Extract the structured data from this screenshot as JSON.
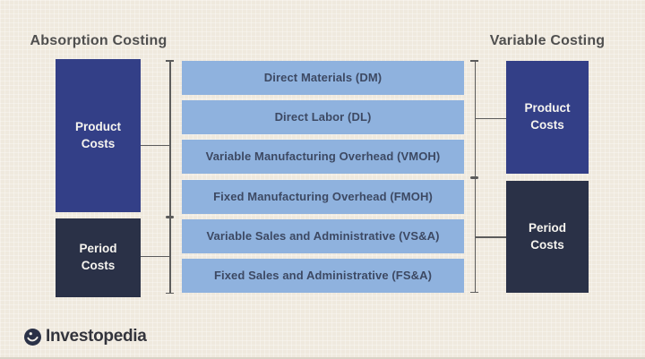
{
  "colors": {
    "background": "#efe9de",
    "product_blue": "#333f87",
    "period_navy": "#2a3147",
    "row_blue": "#8fb2de",
    "bracket_line": "#5c5c5c",
    "title_text": "#4f4f4f",
    "row_text": "#3d4963"
  },
  "columns": {
    "absorption": {
      "title": "Absorption Costing",
      "product": {
        "line1": "Product",
        "line2": "Costs"
      },
      "period": {
        "line1": "Period",
        "line2": "Costs"
      }
    },
    "variable": {
      "title": "Variable Costing",
      "product": {
        "line1": "Product",
        "line2": "Costs"
      },
      "period": {
        "line1": "Period",
        "line2": "Costs"
      }
    }
  },
  "rows": [
    "Direct Materials (DM)",
    "Direct Labor (DL)",
    "Variable Manufacturing Overhead (VMOH)",
    "Fixed Manufacturing Overhead (FMOH)",
    "Variable Sales and Administrative (VS&A)",
    "Fixed Sales and Administrative (FS&A)"
  ],
  "brand": {
    "logo_text": "Investopedia"
  }
}
